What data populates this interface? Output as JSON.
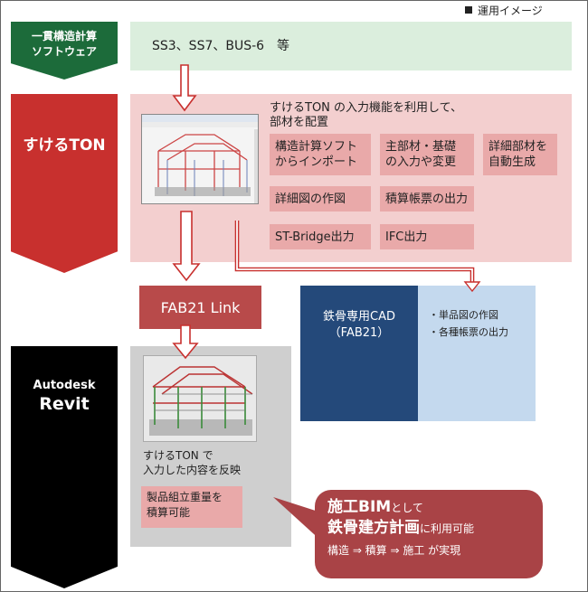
{
  "caption": "運用イメージ",
  "left_labels": {
    "calc": [
      "一貫構造計算",
      "ソフトウェア"
    ],
    "suketon": "すけるTON",
    "revit": [
      "Autodesk",
      "Revit"
    ]
  },
  "calc_software": "SS3、SS7、BUS-6　等",
  "suketon_panel": {
    "intro": [
      "すけるTON の入力機能を利用して、",
      "部材を配置"
    ],
    "features": [
      [
        "構造計算ソフト",
        "からインポート"
      ],
      [
        "主部材・基礎",
        "の入力や変更"
      ],
      [
        "詳細部材を",
        "自動生成"
      ],
      [
        "詳細図の作図"
      ],
      [
        "積算帳票の出力"
      ],
      [
        "ST-Bridge出力"
      ],
      [
        "IFC出力"
      ]
    ]
  },
  "fab21_link": "FAB21 Link",
  "cad_panel": {
    "title": [
      "鉄骨専用CAD",
      "（FAB21）"
    ],
    "items": [
      "・単品図の作図",
      "・各種帳票の出力"
    ]
  },
  "revit_panel": {
    "text": [
      "すけるTON で",
      "入力した内容を反映"
    ],
    "box": [
      "製品組立重量を",
      "積算可能"
    ]
  },
  "callout": {
    "line1_main": "施工BIM",
    "line1_suffix": "として",
    "line2_main": "鉄骨建方計画",
    "line2_suffix": "に利用可能",
    "line3": "構造 ⇒ 積算 ⇒ 施工 が実現"
  },
  "colors": {
    "green": "#1c6b3a",
    "red": "#c8302e",
    "black": "#000000",
    "navy": "#24497a",
    "callout": "#a94346",
    "arrow": "#c8302e"
  }
}
